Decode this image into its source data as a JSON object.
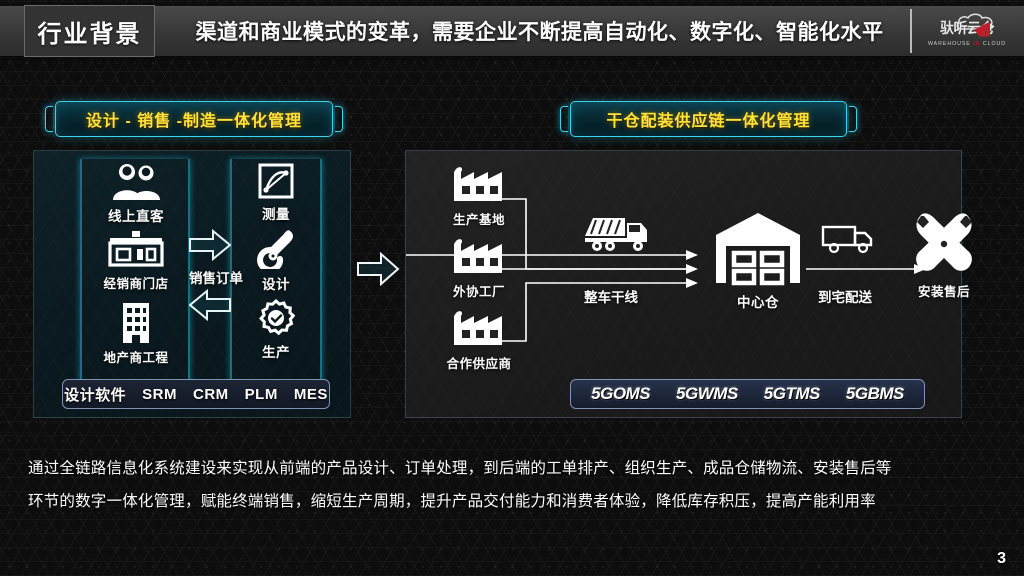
{
  "header": {
    "tab_label": "行业背景",
    "title": "渠道和商业模式的变革，需要企业不断提高自动化、数字化、智能化水平",
    "logo": {
      "cn": "驮听云仓",
      "en_1": "WAREHOUSE",
      "en_mid": "IN",
      "en_2": "CLOUD"
    }
  },
  "left_panel": {
    "title": "设计 - 销售 -制造一体化管理",
    "column_a": [
      {
        "label": "线上直客",
        "icon": "users-icon"
      },
      {
        "label": "经销商门店",
        "icon": "storefront-icon"
      },
      {
        "label": "地产商工程",
        "icon": "building-icon"
      }
    ],
    "middle_label": "销售订单",
    "column_b": [
      {
        "label": "测量",
        "icon": "measure-chart-icon"
      },
      {
        "label": "设计",
        "icon": "design-pen-icon"
      },
      {
        "label": "生产",
        "icon": "gear-check-icon"
      }
    ],
    "bottom_bar": [
      "设计软件",
      "SRM",
      "CRM",
      "PLM",
      "MES"
    ]
  },
  "transition_arrow": "arrow-right-icon",
  "right_panel": {
    "title": "干仓配装供应链一体化管理",
    "sources": [
      {
        "label": "生产基地",
        "icon": "factory-icon"
      },
      {
        "label": "外协工厂",
        "icon": "factory-icon"
      },
      {
        "label": "合作供应商",
        "icon": "factory-icon"
      }
    ],
    "trunk_label": "整车干线",
    "trunk_icon": "dump-truck-icon",
    "hub": {
      "label": "中心仓",
      "icon": "warehouse-icon"
    },
    "delivery": {
      "label": "到宅配送",
      "icon": "delivery-van-icon"
    },
    "service": {
      "label": "安装售后",
      "icon": "wrench-cross-icon"
    },
    "bottom_bar": [
      {
        "prefix": "5",
        "accent": "G",
        "suffix": "OMS"
      },
      {
        "prefix": "5",
        "accent": "G",
        "suffix": "WMS"
      },
      {
        "prefix": "5",
        "accent": "G",
        "suffix": "TMS"
      },
      {
        "prefix": "5",
        "accent": "G",
        "suffix": "BMS"
      }
    ]
  },
  "footer": {
    "line1": "通过全链路信息化系统建设来实现从前端的产品设计、订单处理，到后端的工单排产、组织生产、成品仓储物流、安装售后等",
    "line2": "环节的数字一体化管理，赋能终端销售，缩短生产周期，提升产品交付能力和消费者体验，降低库存积压，提高产能利用率"
  },
  "page_number": "3",
  "colors": {
    "accent_cyan": "#36d6ee",
    "accent_yellow": "#ffe23a",
    "header_gray": "#3a3a3a",
    "logo_red": "#c0202a",
    "panel_left_bg": "#0a1a20",
    "panel_right_bg": "#1b1b1b"
  }
}
